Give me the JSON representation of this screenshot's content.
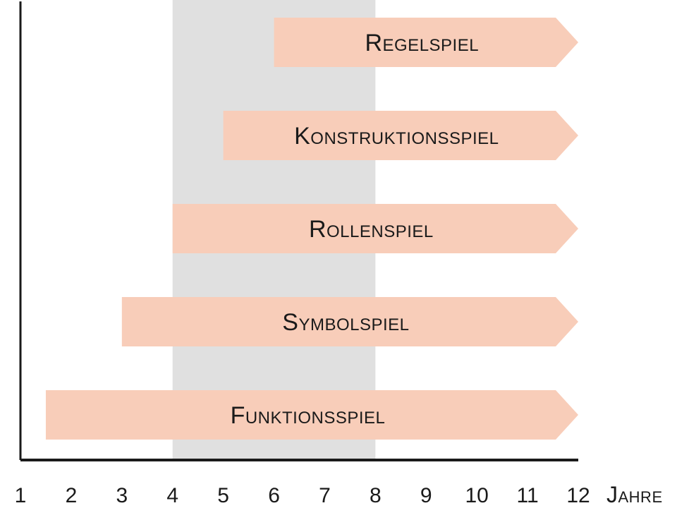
{
  "chart_data": {
    "type": "gantt",
    "title": "",
    "xlabel": "Jahre",
    "x_ticks": [
      "1",
      "2",
      "3",
      "4",
      "5",
      "6",
      "7",
      "8",
      "9",
      "10",
      "11",
      "12"
    ],
    "xlim": [
      1,
      12
    ],
    "highlight_range": [
      4,
      8
    ],
    "bars": [
      {
        "label": "Regelspiel",
        "start": 6,
        "end": 12
      },
      {
        "label": "Konstruktionsspiel",
        "start": 5,
        "end": 12
      },
      {
        "label": "Rollenspiel",
        "start": 4,
        "end": 12
      },
      {
        "label": "Symbolspiel",
        "start": 3,
        "end": 12
      },
      {
        "label": "Funktionsspiel",
        "start": 1.5,
        "end": 12
      }
    ],
    "colors": {
      "bar": "#f8cdb9",
      "highlight": "#e0e0e0",
      "axis": "#1a1a1a"
    }
  }
}
